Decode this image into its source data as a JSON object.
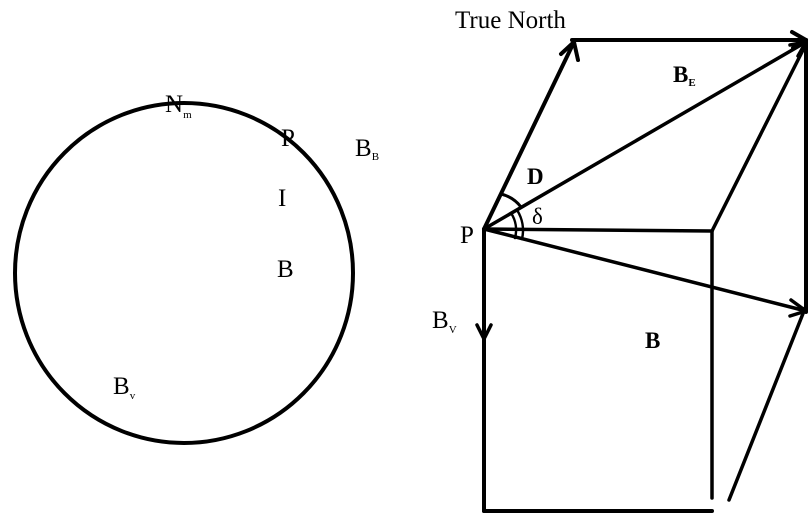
{
  "circle_figure": {
    "north_label": "N",
    "north_sub": "m",
    "point_label": "P",
    "field_label": "B",
    "field_sub": "B",
    "inclination_label": "I",
    "inner_label": "B",
    "vertical_label": "B",
    "vertical_sub": "v"
  },
  "box_figure": {
    "true_north": "True North",
    "horizontal_label": "B",
    "horizontal_sub": "E",
    "declination_label": "D",
    "delta_label": "δ",
    "point_label": "P",
    "vertical_label": "B",
    "vertical_sub": "V",
    "field_label": "B"
  },
  "colors": {
    "line": "#000000",
    "background": "#ffffff"
  }
}
